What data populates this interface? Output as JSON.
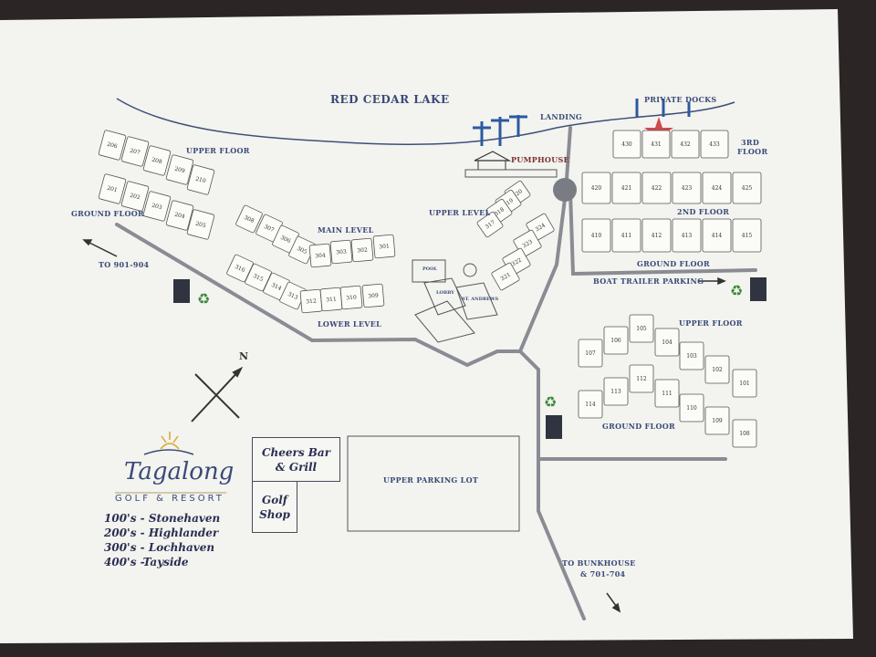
{
  "map": {
    "lake": "RED CEDAR LAKE",
    "landing": "LANDING",
    "private_docks": "PRIVATE DOCKS",
    "pumphouse": "PUMPHOUSE",
    "north": "N",
    "to_901": "TO 901-904",
    "boat_trailer": "BOAT TRAILER PARKING",
    "upper_parking": "UPPER PARKING LOT",
    "to_bunkhouse_1": "TO BUNKHOUSE",
    "to_bunkhouse_2": "& 701-704",
    "cheers_1": "Cheers Bar",
    "cheers_2": "& Grill",
    "golf_1": "Golf",
    "golf_2": "Shop",
    "pool": "POOL",
    "lobby": "LOBBY",
    "st_andrews": "ST. ANDREWS"
  },
  "buildings": {
    "highlander": {
      "upper": "UPPER FLOOR",
      "ground": "GROUND FLOOR",
      "units": [
        "206",
        "207",
        "208",
        "209",
        "210",
        "201",
        "202",
        "203",
        "204",
        "205"
      ]
    },
    "lochhaven": {
      "main": "MAIN LEVEL",
      "lower": "LOWER LEVEL",
      "upper": "UPPER LEVEL",
      "units": [
        "308",
        "307",
        "306",
        "305",
        "304",
        "303",
        "302",
        "301",
        "316",
        "315",
        "314",
        "313",
        "312",
        "311",
        "310",
        "309",
        "320",
        "319",
        "318",
        "317",
        "324",
        "323",
        "322",
        "321"
      ]
    },
    "tayside": {
      "third": "3RD",
      "third2": "FLOOR",
      "second": "2ND FLOOR",
      "ground": "GROUND FLOOR",
      "row3": [
        "430",
        "431",
        "432",
        "433"
      ],
      "row2": [
        "420",
        "421",
        "422",
        "423",
        "424",
        "425"
      ],
      "row1": [
        "410",
        "411",
        "412",
        "413",
        "414",
        "415"
      ]
    },
    "stonehaven": {
      "upper": "UPPER FLOOR",
      "ground": "GROUND FLOOR",
      "units": [
        "105",
        "106",
        "104",
        "107",
        "103",
        "102",
        "101",
        "112",
        "113",
        "111",
        "114",
        "110",
        "109",
        "108"
      ]
    }
  },
  "legend": {
    "brand": "Tagalong",
    "sub": "GOLF & RESORT",
    "items": [
      "100's - Stonehaven",
      "200's - Highlander",
      "300's - Lochhaven",
      "400's -Tayside"
    ]
  },
  "colors": {
    "paper": "#f4f4f0",
    "road": "#8a8c94",
    "ink": "#3a4a78",
    "dock": "#2c5aa0",
    "star": "#c0392b",
    "bin": "#2f3440",
    "recycle": "#3a8a3a"
  }
}
